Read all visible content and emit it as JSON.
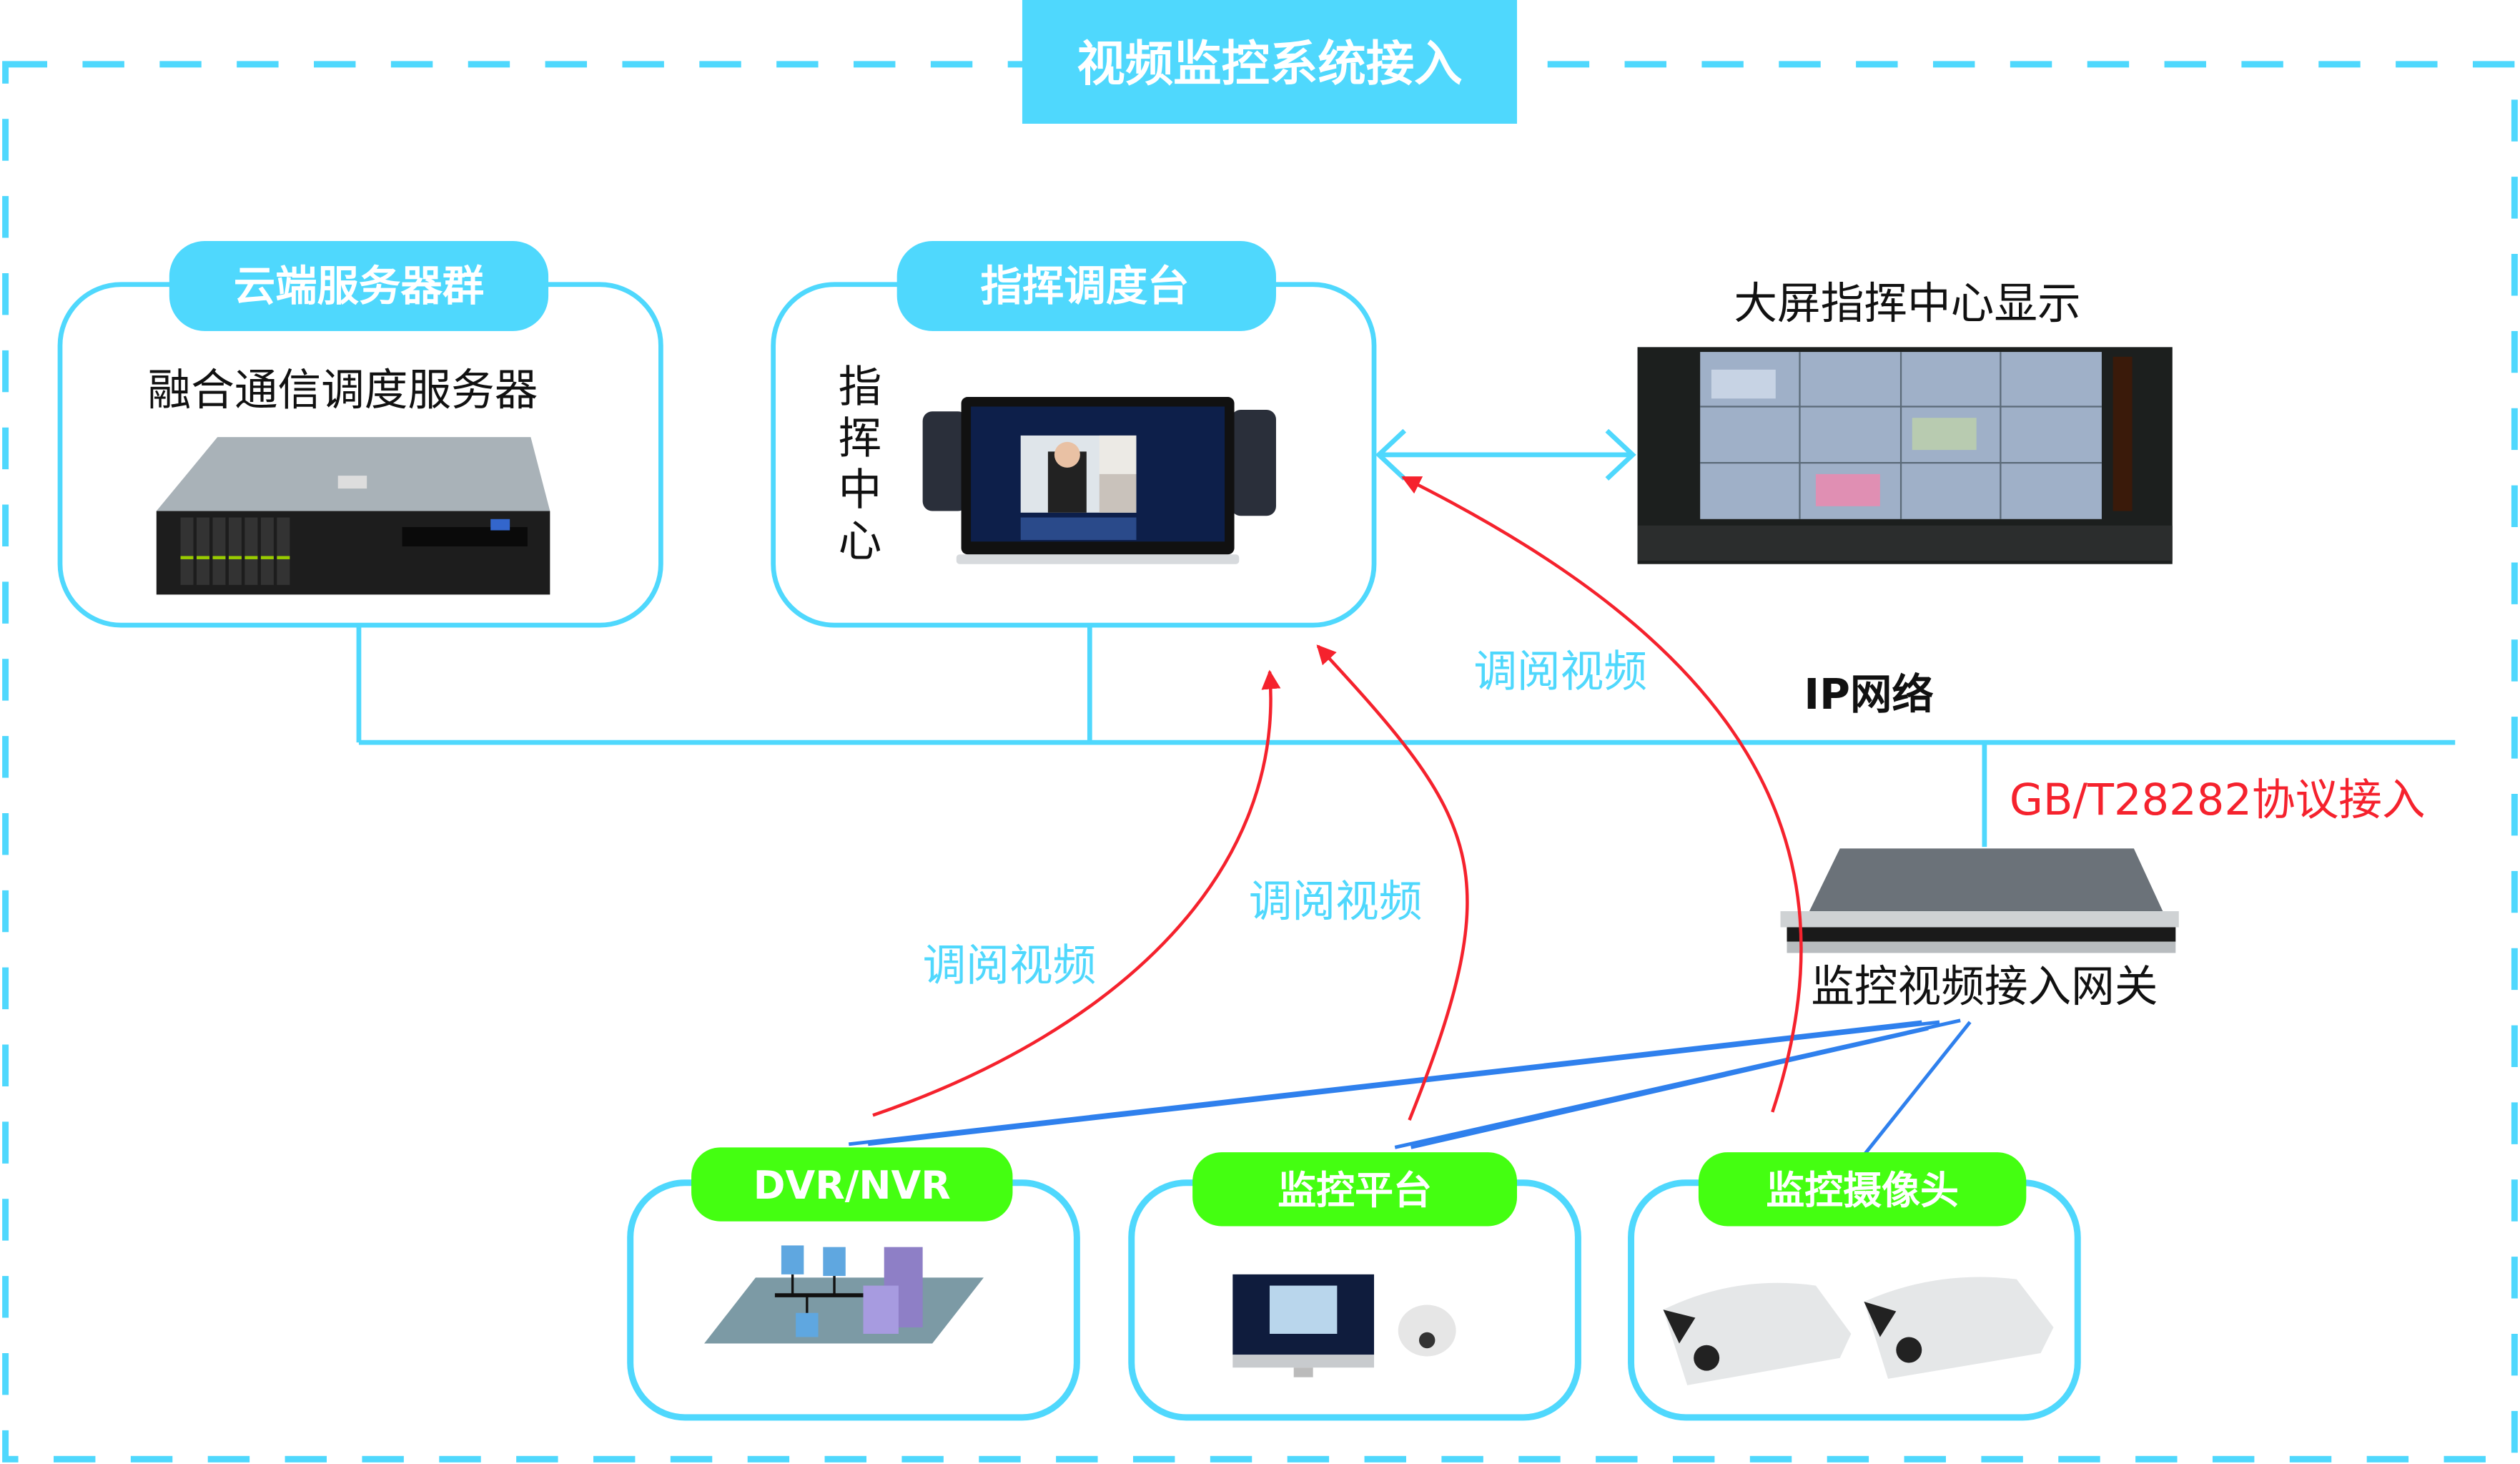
{
  "title": "视频监控系统接入",
  "colors": {
    "frame": "#4fd8fd",
    "header_fill": "#4fd8fd",
    "device_tag_fill": "#44ff11",
    "arrow_red": "#f5222d",
    "link_blue": "#2f80ed",
    "label_cyan": "#4fd8fd",
    "protocol_red": "#f5222d"
  },
  "top_boxes": {
    "cloud": {
      "tag": "云端服务器群",
      "caption": "融合通信调度服务器",
      "image": "rack-server-2u"
    },
    "console": {
      "tag": "指挥调度台",
      "vertical_caption": [
        "指",
        "挥",
        "中",
        "心"
      ],
      "image": "dispatch-console-touchscreen"
    },
    "bigscreen": {
      "caption": "大屏指挥中心显示",
      "image": "video-wall"
    }
  },
  "network": {
    "label": "IP网络",
    "protocol_label": "GB/T28282协议接入",
    "gateway_label": "监控视频接入网关",
    "gateway_image": "1u-gateway"
  },
  "arrow_labels": [
    "调阅视频",
    "调阅视频",
    "调阅视频"
  ],
  "bottom_boxes": [
    {
      "tag": "DVR/NVR",
      "image": "network-recorder"
    },
    {
      "tag": "监控平台",
      "image": "monitor-and-dome-camera"
    },
    {
      "tag": "监控摄像头",
      "image": "bullet-cameras"
    }
  ]
}
